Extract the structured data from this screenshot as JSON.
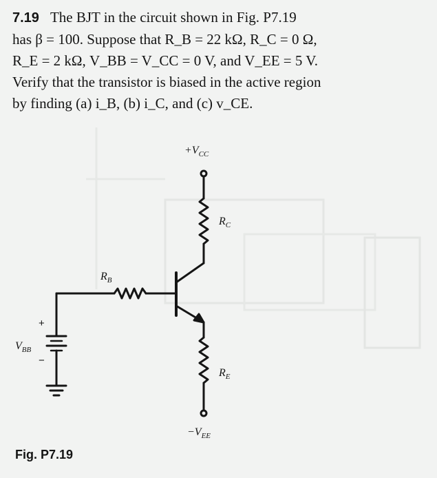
{
  "problem": {
    "number": "7.19",
    "line1": "The BJT in the circuit shown in Fig. P7.19",
    "line2": "has β = 100. Suppose that R_B = 22 kΩ, R_C = 0 Ω,",
    "line3": "R_E = 2 kΩ, V_BB = V_CC = 0 V, and V_EE = 5 V.",
    "line4": "Verify that the transistor is biased in the active region",
    "line5": "by finding (a) i_B, (b) i_C, and (c) v_CE."
  },
  "circuit": {
    "vcc_label": "+V",
    "vcc_sub": "CC",
    "rc_label": "R",
    "rc_sub": "C",
    "rb_label": "R",
    "rb_sub": "B",
    "re_label": "R",
    "re_sub": "E",
    "vbb_label": "V",
    "vbb_sub": "BB",
    "plus_sign": "+",
    "minus_sign": "−",
    "vee_label": "−V",
    "vee_sub": "EE"
  },
  "figure_caption": "Fig. P7.19"
}
